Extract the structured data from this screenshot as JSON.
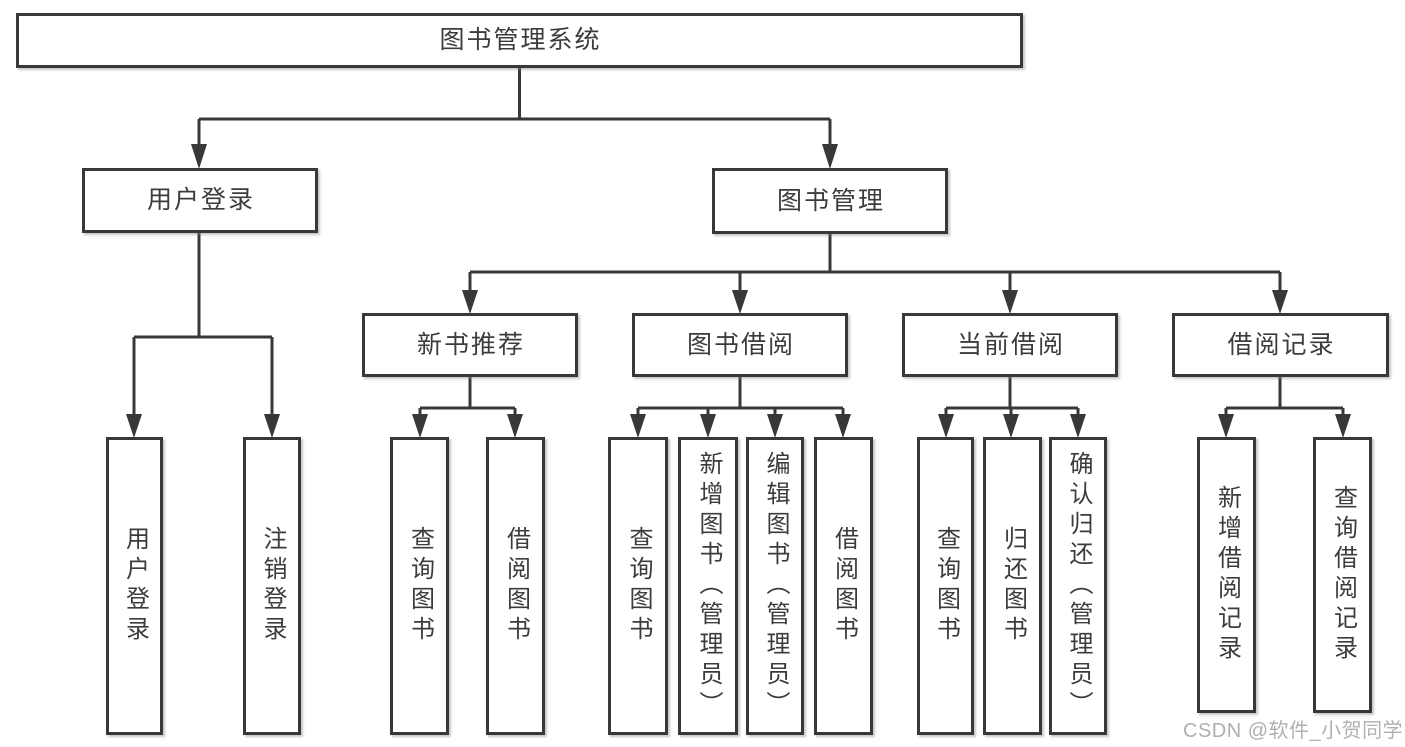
{
  "tree": {
    "label": "图书管理系统",
    "children": [
      {
        "label": "用户登录",
        "children": [
          {
            "label": "用户登录"
          },
          {
            "label": "注销登录"
          }
        ]
      },
      {
        "label": "图书管理",
        "children": [
          {
            "label": "新书推荐",
            "children": [
              {
                "label": "查询图书"
              },
              {
                "label": "借阅图书"
              }
            ]
          },
          {
            "label": "图书借阅",
            "children": [
              {
                "label": "查询图书"
              },
              {
                "label": "新增图书（管理员）"
              },
              {
                "label": "编辑图书（管理员）"
              },
              {
                "label": "借阅图书"
              }
            ]
          },
          {
            "label": "当前借阅",
            "children": [
              {
                "label": "查询图书"
              },
              {
                "label": "归还图书"
              },
              {
                "label": "确认归还（管理员）"
              }
            ]
          },
          {
            "label": "借阅记录",
            "children": [
              {
                "label": "新增借阅记录"
              },
              {
                "label": "查询借阅记录"
              }
            ]
          }
        ]
      }
    ]
  },
  "watermark": "CSDN @软件_小贺同学",
  "colors": {
    "line": "#383838",
    "text": "#3c3c3c",
    "box_background": "#ffffff",
    "watermark": "#acacac"
  }
}
